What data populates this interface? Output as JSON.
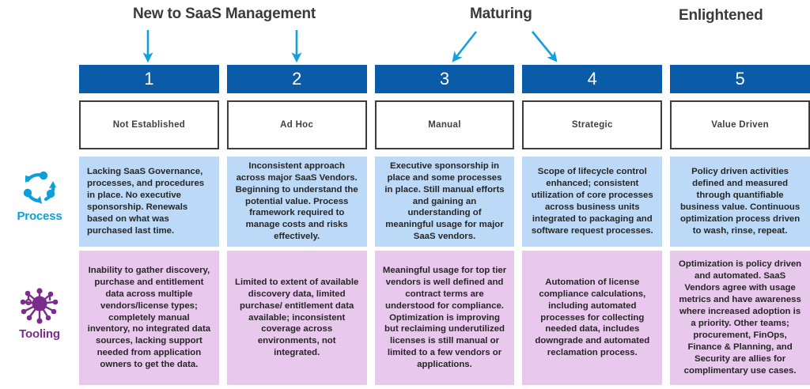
{
  "diagram": {
    "title_absent": true,
    "colors": {
      "number_bar": "#0a5ba8",
      "process_row": "#bcd9f7",
      "tooling_row": "#e8c8ec",
      "arrow": "#12a0dc",
      "process_accent": "#0aa0dc",
      "tooling_accent": "#7b2d8e",
      "stage_border": "#3c3c3c",
      "phase_text": "#3a3a3a"
    }
  },
  "phases": [
    {
      "label": "New to SaaS Management",
      "covers": [
        1,
        2
      ]
    },
    {
      "label": "Maturing",
      "covers": [
        3,
        4
      ]
    },
    {
      "label": "Enlightened",
      "covers": [
        5
      ]
    }
  ],
  "columns": [
    {
      "number": "1",
      "stage": "Not Established"
    },
    {
      "number": "2",
      "stage": "Ad Hoc"
    },
    {
      "number": "3",
      "stage": "Manual"
    },
    {
      "number": "4",
      "stage": "Strategic"
    },
    {
      "number": "5",
      "stage": "Value Driven"
    }
  ],
  "rows": [
    {
      "name": "Process",
      "icon": "process-cycle-icon",
      "cells": [
        "Lacking SaaS Governance, processes, and procedures in place. No executive sponsorship. Renewals based on what was purchased last time.",
        "Inconsistent approach across major SaaS Vendors. Beginning to understand the potential value. Process framework required to manage costs and risks effectively.",
        "Executive sponsorship in place and some processes in place. Still manual efforts and gaining an understanding of meaningful usage for major SaaS vendors.",
        "Scope of lifecycle control enhanced; consistent utilization of core processes across business units integrated to packaging and software request processes.",
        "Policy driven activities defined and measured through quantifiable business value. Continuous optimization process driven to wash, rinse, repeat."
      ]
    },
    {
      "name": "Tooling",
      "icon": "tooling-network-icon",
      "cells": [
        "Inability to gather discovery, purchase and entitlement data across multiple vendors/license types; completely manual inventory, no integrated data sources, lacking support needed from application owners to get the data.",
        "Limited to extent of available discovery data, limited purchase/ entitlement data available; inconsistent coverage across environments, not integrated.",
        "Meaningful usage for top tier vendors is well defined and contract terms are understood for compliance. Optimization is improving but reclaiming underutilized licenses is still manual or limited to a few vendors or applications.",
        "Automation of license compliance calculations, including automated processes for collecting needed data, includes downgrade and automated reclamation process.",
        "Optimization is policy driven and automated. SaaS Vendors agree with usage metrics and have awareness where increased adoption is a priority. Other teams; procurement, FinOps, Finance & Planning, and Security are allies for complimentary use cases."
      ]
    }
  ]
}
